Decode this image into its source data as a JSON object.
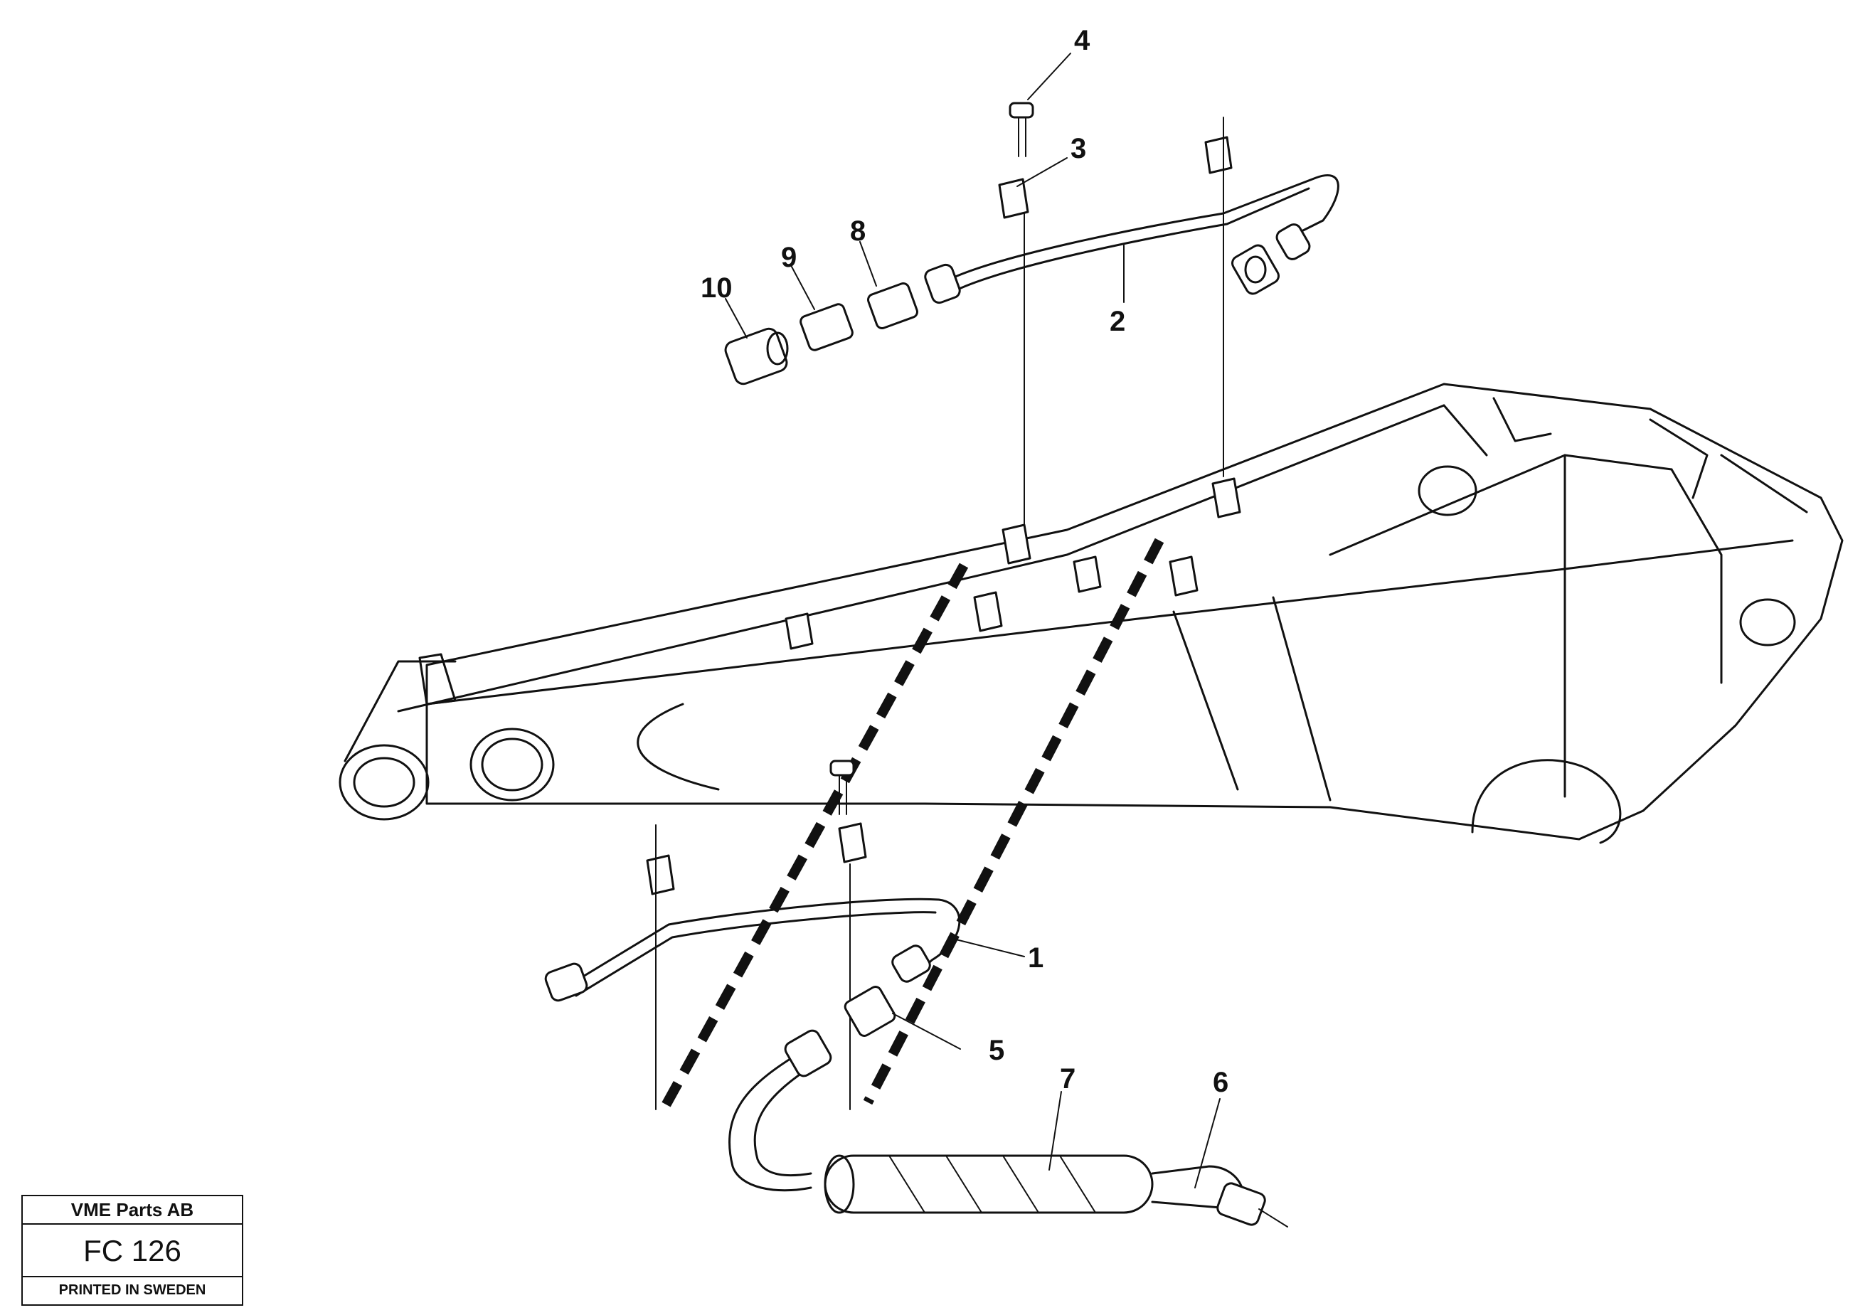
{
  "title_block": {
    "company": "VME Parts AB",
    "figure_code": "FC 126",
    "printed": "PRINTED IN SWEDEN"
  },
  "callouts": {
    "c1": "1",
    "c2": "2",
    "c3": "3",
    "c4": "4",
    "c5": "5",
    "c6": "6",
    "c7": "7",
    "c8": "8",
    "c9": "9",
    "c10": "10"
  }
}
